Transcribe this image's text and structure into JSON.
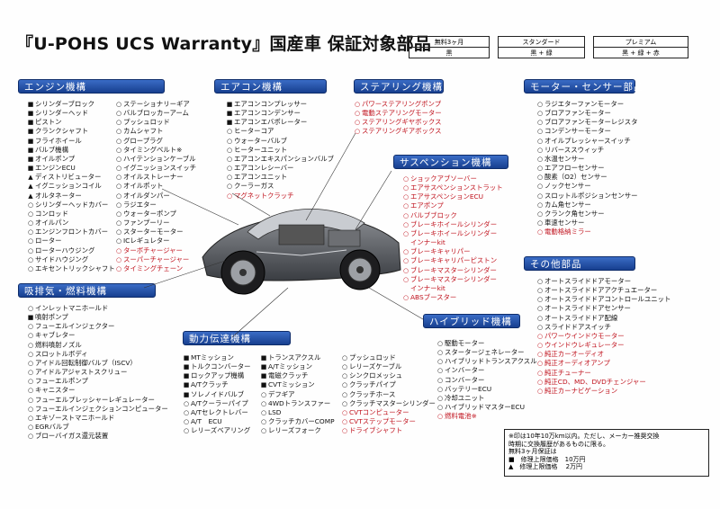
{
  "title": "『U-POHS UCS Warranty』国産車 保証対象部品",
  "plans": {
    "headers": [
      "無料3ヶ月",
      "スタンダード",
      "プレミアム"
    ],
    "legends": [
      "黒",
      "黒 + 緑",
      "黒 + 緑 + 赤"
    ]
  },
  "colors": {
    "header_blue": "#1d4a9e",
    "red": "#c0111c",
    "green": "#1e7a2c"
  },
  "sections": {
    "engine": {
      "header": "エンジン機構",
      "col1": [
        {
          "m": "■",
          "t": "シリンダーブロック"
        },
        {
          "m": "■",
          "t": "シリンダーヘッド"
        },
        {
          "m": "■",
          "t": "ピストン"
        },
        {
          "m": "■",
          "t": "クランクシャフト"
        },
        {
          "m": "■",
          "t": "フライホイール"
        },
        {
          "m": "■",
          "t": "バルブ機構"
        },
        {
          "m": "■",
          "t": "オイルポンプ"
        },
        {
          "m": "■",
          "t": "エンジンECU"
        },
        {
          "m": "▲",
          "t": "ディストリビューター"
        },
        {
          "m": "▲",
          "t": "イグニッションコイル"
        },
        {
          "m": "▲",
          "t": "オルタネーター"
        },
        {
          "m": "○",
          "t": "シリンダーヘッドカバー"
        },
        {
          "m": "○",
          "t": "コンロッド"
        },
        {
          "m": "○",
          "t": "オイルパン"
        },
        {
          "m": "○",
          "t": "エンジンフロントカバー"
        },
        {
          "m": "○",
          "t": "ローター"
        },
        {
          "m": "○",
          "t": "ローターハウジング"
        },
        {
          "m": "○",
          "t": "サイドハウジング"
        },
        {
          "m": "○",
          "t": "エキセントリックシャフト"
        }
      ],
      "col2": [
        {
          "m": "○",
          "t": "ステーショナリーギア"
        },
        {
          "m": "○",
          "t": "バルブロッカーアーム"
        },
        {
          "m": "○",
          "t": "プッシュロッド"
        },
        {
          "m": "○",
          "t": "カムシャフト"
        },
        {
          "m": "○",
          "t": "グロープラグ"
        },
        {
          "m": "○",
          "t": "タイミングベルト※"
        },
        {
          "m": "○",
          "t": "ハイテンションケーブル"
        },
        {
          "m": "○",
          "t": "イグニッションスイッチ"
        },
        {
          "m": "○",
          "t": "オイルストレーナー"
        },
        {
          "m": "○",
          "t": "オイルポット"
        },
        {
          "m": "○",
          "t": "オイルダンパー"
        },
        {
          "m": "○",
          "t": "ラジエター"
        },
        {
          "m": "○",
          "t": "ウォーターポンプ"
        },
        {
          "m": "○",
          "t": "ファンプーリー"
        },
        {
          "m": "○",
          "t": "スターターモーター"
        },
        {
          "m": "○",
          "t": "ICレギュレター"
        },
        {
          "m": "○",
          "t": "ターボチャージャー",
          "c": "red"
        },
        {
          "m": "○",
          "t": "スーパーチャージャー",
          "c": "red"
        },
        {
          "m": "○",
          "t": "タイミングチェーン",
          "c": "red"
        }
      ]
    },
    "aircon": {
      "header": "エアコン機構",
      "items": [
        {
          "m": "■",
          "t": "エアコンコンプレッサー"
        },
        {
          "m": "■",
          "t": "エアコンコンデンサー"
        },
        {
          "m": "■",
          "t": "エアコンエバポレーター"
        },
        {
          "m": "○",
          "t": "ヒーターコア"
        },
        {
          "m": "○",
          "t": "ウォーターバルブ"
        },
        {
          "m": "○",
          "t": "ヒーターユニット"
        },
        {
          "m": "○",
          "t": "エアコンエキスパンションバルブ"
        },
        {
          "m": "○",
          "t": "エアコンレシーバー"
        },
        {
          "m": "○",
          "t": "エアコンユニット"
        },
        {
          "m": "○",
          "t": "クーラーガス"
        },
        {
          "m": "○",
          "t": "マグネットクラッチ",
          "c": "red"
        }
      ]
    },
    "steering": {
      "header": "ステアリング機構",
      "items": [
        {
          "m": "○",
          "t": "パワーステアリングポンプ",
          "c": "red"
        },
        {
          "m": "○",
          "t": "電動ステアリングモーター",
          "c": "red"
        },
        {
          "m": "○",
          "t": "ステアリングギヤボックス",
          "c": "red"
        },
        {
          "m": "○",
          "t": "ステアリングギアボックス",
          "c": "red"
        }
      ]
    },
    "sensor": {
      "header": "モーター・センサー部品",
      "items": [
        {
          "m": "○",
          "t": "ラジエターファンモーター"
        },
        {
          "m": "○",
          "t": "ブロアファンモーター"
        },
        {
          "m": "○",
          "t": "ブロアファンモーターレジスタ"
        },
        {
          "m": "○",
          "t": "コンデンサーモーター"
        },
        {
          "m": "○",
          "t": "オイルプレッシャースイッチ"
        },
        {
          "m": "○",
          "t": "リバーススウィッチ"
        },
        {
          "m": "○",
          "t": "水温センサー"
        },
        {
          "m": "○",
          "t": "エアフローセンサー"
        },
        {
          "m": "○",
          "t": "酸素（O2）センサー"
        },
        {
          "m": "○",
          "t": "ノックセンサー"
        },
        {
          "m": "○",
          "t": "スロットルポジションセンサー"
        },
        {
          "m": "○",
          "t": "カム角センサー"
        },
        {
          "m": "○",
          "t": "クランク角センサー"
        },
        {
          "m": "○",
          "t": "車速センサー"
        },
        {
          "m": "○",
          "t": "電動格納ミラー",
          "c": "red"
        }
      ]
    },
    "suspension": {
      "header": "サスペンション機構",
      "items": [
        {
          "m": "○",
          "t": "ショックアブソーバー",
          "c": "red"
        },
        {
          "m": "○",
          "t": "エアサスペンションストラット",
          "c": "red"
        },
        {
          "m": "○",
          "t": "エアサスペンションECU",
          "c": "red"
        },
        {
          "m": "○",
          "t": "エアポンプ",
          "c": "red"
        },
        {
          "m": "○",
          "t": "バルブブロック",
          "c": "red"
        },
        {
          "m": "○",
          "t": "ブレーキホイールシリンダー",
          "c": "red"
        },
        {
          "m": "○",
          "t": "ブレーキホイールシリンダー",
          "c": "red"
        },
        {
          "m": "",
          "t": "インナーkit",
          "c": "red"
        },
        {
          "m": "○",
          "t": "ブレーキキャリパー",
          "c": "red"
        },
        {
          "m": "○",
          "t": "ブレーキキャリパーピストン",
          "c": "red"
        },
        {
          "m": "○",
          "t": "ブレーキマスターシリンダー",
          "c": "red"
        },
        {
          "m": "○",
          "t": "ブレーキマスターシリンダー",
          "c": "red"
        },
        {
          "m": "",
          "t": "インナーkit",
          "c": "red"
        },
        {
          "m": "○",
          "t": "ABSブースター",
          "c": "red"
        }
      ]
    },
    "other": {
      "header": "その他部品",
      "items": [
        {
          "m": "○",
          "t": "オートスライドドアモーター"
        },
        {
          "m": "○",
          "t": "オートスライドドアアクチュエーター"
        },
        {
          "m": "○",
          "t": "オートスライドドアコントロールユニット"
        },
        {
          "m": "○",
          "t": "オートスライドドアセンサー"
        },
        {
          "m": "○",
          "t": "オートスライドドア配線"
        },
        {
          "m": "○",
          "t": "スライドドアスイッチ"
        },
        {
          "m": "○",
          "t": "パワーウインドウモーター",
          "c": "red"
        },
        {
          "m": "○",
          "t": "ウインドウレギュレーター",
          "c": "red"
        },
        {
          "m": "○",
          "t": "純正カーオーディオ",
          "c": "red"
        },
        {
          "m": "○",
          "t": "純正オーディオアンプ",
          "c": "red"
        },
        {
          "m": "○",
          "t": "純正チューナー",
          "c": "red"
        },
        {
          "m": "○",
          "t": "純正CD、MD、DVDチェンジャー",
          "c": "red"
        },
        {
          "m": "○",
          "t": "純正カーナビゲーション",
          "c": "red"
        }
      ]
    },
    "intake": {
      "header": "吸排気・燃料機構",
      "items": [
        {
          "m": "○",
          "t": "インレットマニホールド"
        },
        {
          "m": "■",
          "t": "噴射ポンプ"
        },
        {
          "m": "○",
          "t": "フューエルインジェクター"
        },
        {
          "m": "○",
          "t": "キャブレター"
        },
        {
          "m": "○",
          "t": "燃料噴射ノズル"
        },
        {
          "m": "○",
          "t": "スロットルボディ"
        },
        {
          "m": "○",
          "t": "アイドル回転制御バルブ（ISCV）"
        },
        {
          "m": "○",
          "t": "アイドルアジャストスクリュー"
        },
        {
          "m": "○",
          "t": "フューエルポンプ"
        },
        {
          "m": "○",
          "t": "キャニスター"
        },
        {
          "m": "○",
          "t": "フューエルプレッシャーレギュレーター"
        },
        {
          "m": "○",
          "t": "フューエルインジェクションコンピューター"
        },
        {
          "m": "○",
          "t": "エキゾーストマニホールド"
        },
        {
          "m": "○",
          "t": "EGRバルブ"
        },
        {
          "m": "○",
          "t": "ブローバイガス還元装置"
        }
      ]
    },
    "drivetrain": {
      "header": "動力伝達機構",
      "col1": [
        {
          "m": "■",
          "t": "MTミッション"
        },
        {
          "m": "■",
          "t": "トルクコンバーター"
        },
        {
          "m": "■",
          "t": "ロックアップ機構"
        },
        {
          "m": "■",
          "t": "A/Tクラッチ"
        },
        {
          "m": "■",
          "t": "ソレノイドバルブ"
        },
        {
          "m": "○",
          "t": "A/Tクーラーパイプ"
        },
        {
          "m": "○",
          "t": "A/Tセレクトレバー"
        },
        {
          "m": "○",
          "t": "A/T　ECU"
        },
        {
          "m": "○",
          "t": "レリーズベアリング"
        }
      ],
      "col2": [
        {
          "m": "■",
          "t": "トランスアクスル"
        },
        {
          "m": "■",
          "t": "A/Tミッション"
        },
        {
          "m": "■",
          "t": "電磁クラッチ"
        },
        {
          "m": "■",
          "t": "CVTミッション"
        },
        {
          "m": "○",
          "t": "デフギア"
        },
        {
          "m": "○",
          "t": "4WDトランスファー"
        },
        {
          "m": "○",
          "t": "LSD"
        },
        {
          "m": "○",
          "t": "クラッチカバーCOMP"
        },
        {
          "m": "○",
          "t": "レリーズフォーク"
        }
      ],
      "col3": [
        {
          "m": "○",
          "t": "プッシュロッド"
        },
        {
          "m": "○",
          "t": "レリーズケーブル"
        },
        {
          "m": "○",
          "t": "シンクロメッシュ"
        },
        {
          "m": "○",
          "t": "クラッチパイプ"
        },
        {
          "m": "○",
          "t": "クラッチホース"
        },
        {
          "m": "○",
          "t": "クラッチマスターシリンダー"
        },
        {
          "m": "○",
          "t": "CVTコンピューター",
          "c": "red"
        },
        {
          "m": "○",
          "t": "CVTステップモーター",
          "c": "red"
        },
        {
          "m": "○",
          "t": "ドライブシャフト",
          "c": "red"
        }
      ]
    },
    "hybrid": {
      "header": "ハイブリッド機構",
      "items": [
        {
          "m": "○",
          "t": "駆動モーター"
        },
        {
          "m": "○",
          "t": "スタータージェネレーター"
        },
        {
          "m": "○",
          "t": "ハイブリッドトランスアクスル"
        },
        {
          "m": "○",
          "t": "インバーター"
        },
        {
          "m": "○",
          "t": "コンバーター"
        },
        {
          "m": "○",
          "t": "バッテリーECU"
        },
        {
          "m": "○",
          "t": "冷却ユニット"
        },
        {
          "m": "○",
          "t": "ハイブリッドマスターECU"
        },
        {
          "m": "○",
          "t": "燃料電池※",
          "c": "red"
        }
      ]
    }
  },
  "note": [
    "※印は10年10万km以内。ただし、メーカー推奨交換",
    "時期に交換履歴があるものに限る。",
    "無料3ヶ月保証は",
    "■　修理上限価格　10万円",
    "▲　修理上限価格　 2万円"
  ]
}
